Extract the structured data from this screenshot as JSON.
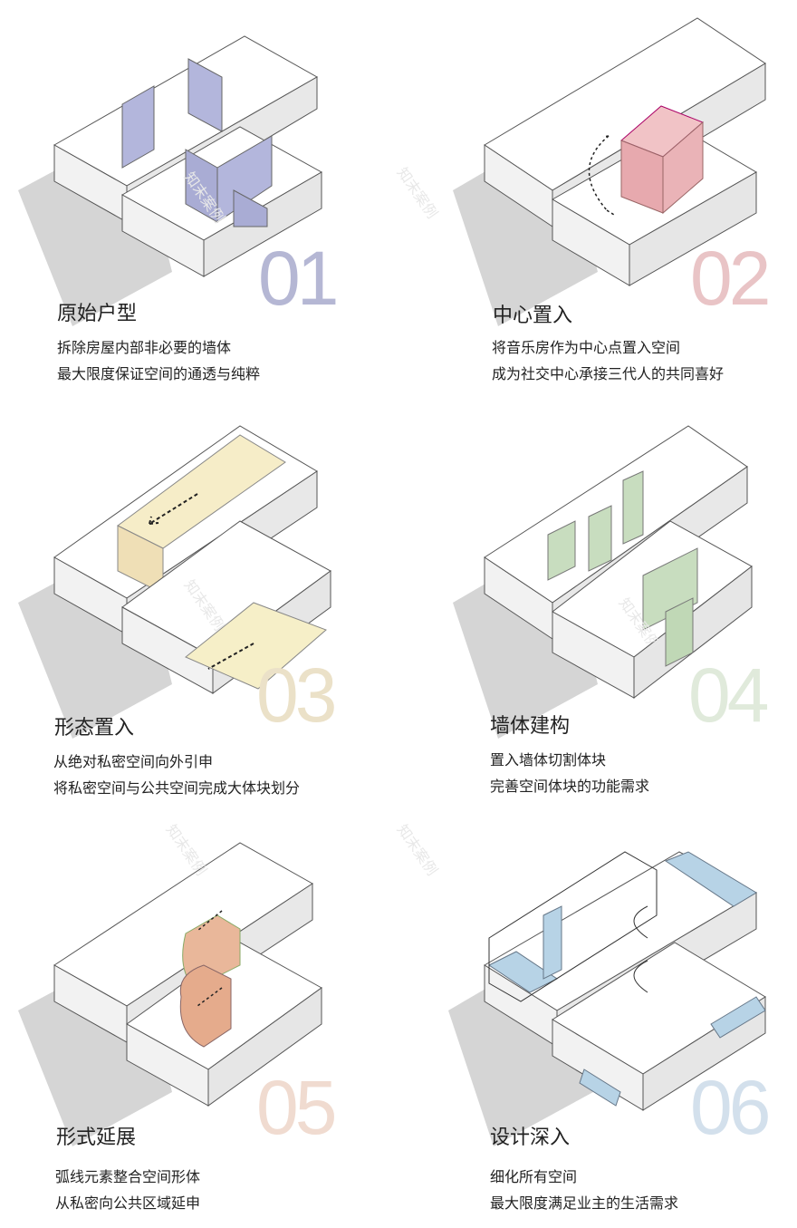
{
  "watermark": "知末案例",
  "panels": [
    {
      "number": "01",
      "title": "原始户型",
      "lines": [
        "拆除房屋内部非必要的墙体",
        "最大限度保证空间的通透与纯粹"
      ],
      "accent": "#aeb0d0",
      "fill": "#b3b6dc"
    },
    {
      "number": "02",
      "title": "中心置入",
      "lines": [
        "将音乐房作为中心点置入空间",
        "成为社交中心承接三代人的共同喜好"
      ],
      "accent": "#e8c2c4",
      "fill": "#e7a9ae"
    },
    {
      "number": "03",
      "title": "形态置入",
      "lines": [
        "从绝对私密空间向外引申",
        "将私密空间与公共空间完成大体块划分"
      ],
      "accent": "#e9dfc6",
      "fill": "#f3e9c2"
    },
    {
      "number": "04",
      "title": "墙体建构",
      "lines": [
        "置入墙体切割体块",
        "完善空间体块的功能需求"
      ],
      "accent": "#dfe9d8",
      "fill": "#c8ddbf"
    },
    {
      "number": "05",
      "title": "形式延展",
      "lines": [
        "弧线元素整合空间形体",
        "从私密向公共区域延申"
      ],
      "accent": "#efd9cd",
      "fill": "#e9b79a"
    },
    {
      "number": "06",
      "title": "设计深入",
      "lines": [
        "细化所有空间",
        "最大限度满足业主的生活需求"
      ],
      "accent": "#d2dfeb",
      "fill": "#b7d3e6"
    }
  ]
}
